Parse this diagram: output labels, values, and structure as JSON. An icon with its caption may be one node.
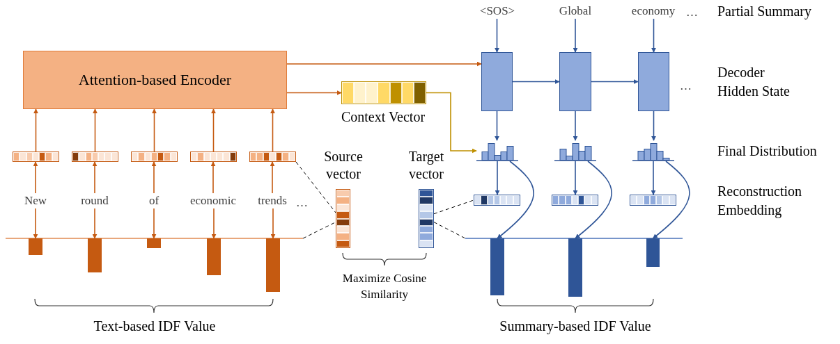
{
  "diagram": {
    "nodes": [
      {
        "text": [
          "Attention-based Encoder"
        ]
      },
      {
        "text": [],
        "shape": "bar"
      },
      {
        "text": [],
        "shape": "bar"
      },
      {
        "text": [],
        "shape": "bar"
      },
      {
        "text": [],
        "shape": "bar"
      },
      {
        "text": [],
        "shape": "bar"
      },
      {
        "text": [
          "New"
        ]
      },
      {
        "text": [
          "round"
        ]
      },
      {
        "text": [
          "of"
        ]
      },
      {
        "text": [
          "economic"
        ]
      },
      {
        "text": [
          "trends"
        ]
      },
      {
        "text": [],
        "shape": "bar"
      },
      {
        "text": [],
        "shape": "bar"
      },
      {
        "text": [],
        "shape": "bar"
      },
      {
        "text": [],
        "shape": "bar"
      },
      {
        "text": [],
        "shape": "bar"
      },
      {
        "text": [],
        "shape": "bar",
        "beside": [
          "Context Vector"
        ]
      },
      {
        "text": [],
        "shape": "bar",
        "beside": [
          "Source vector"
        ]
      },
      {
        "text": [],
        "shape": "bar",
        "beside": [
          "Target vector"
        ]
      },
      {
        "text": [
          "<SOS>"
        ]
      },
      {
        "text": [
          "Global"
        ]
      },
      {
        "text": [
          "economy"
        ]
      },
      {
        "text": [],
        "shape": "box"
      },
      {
        "text": [],
        "shape": "box"
      },
      {
        "text": [],
        "shape": "box"
      },
      {
        "text": [],
        "shape": "picture"
      },
      {
        "text": [],
        "shape": "picture"
      },
      {
        "text": [],
        "shape": "picture"
      },
      {
        "text": [],
        "shape": "bar"
      },
      {
        "text": [],
        "shape": "bar"
      },
      {
        "text": [],
        "shape": "bar"
      },
      {
        "text": [],
        "shape": "bar"
      },
      {
        "text": [],
        "shape": "bar"
      },
      {
        "text": [],
        "shape": "bar"
      }
    ],
    "edges": [
      {
        "from": 0,
        "to": 22,
        "arrow": "to"
      },
      {
        "from": 0,
        "to": 16,
        "arrow": "to"
      },
      {
        "from": 6,
        "to": 1,
        "arrow": "to"
      },
      {
        "from": 7,
        "to": 2,
        "arrow": "to"
      },
      {
        "from": 8,
        "to": 3,
        "arrow": "to"
      },
      {
        "from": 9,
        "to": 4,
        "arrow": "to"
      },
      {
        "from": 10,
        "to": 5,
        "arrow": "to"
      },
      {
        "from": 1,
        "to": 0,
        "arrow": "to"
      },
      {
        "from": 2,
        "to": 0,
        "arrow": "to"
      },
      {
        "from": 3,
        "to": 0,
        "arrow": "to"
      },
      {
        "from": 4,
        "to": 0,
        "arrow": "to"
      },
      {
        "from": 5,
        "to": 0,
        "arrow": "to"
      },
      {
        "from": 6,
        "to": 11,
        "arrow": "to"
      },
      {
        "from": 7,
        "to": 12,
        "arrow": "to"
      },
      {
        "from": 8,
        "to": 13,
        "arrow": "to"
      },
      {
        "from": 9,
        "to": 14,
        "arrow": "to"
      },
      {
        "from": 10,
        "to": 15,
        "arrow": "to"
      },
      {
        "from": 16,
        "to": 25,
        "arrow": "to",
        "color": "#bf9000"
      },
      {
        "from": 19,
        "to": 22,
        "arrow": "to",
        "color": "#2f5597"
      },
      {
        "from": 20,
        "to": 23,
        "arrow": "to",
        "color": "#2f5597"
      },
      {
        "from": 21,
        "to": 24,
        "arrow": "to",
        "color": "#2f5597"
      },
      {
        "from": 22,
        "to": 23,
        "arrow": "to",
        "color": "#2f5597"
      },
      {
        "from": 23,
        "to": 24,
        "arrow": "to",
        "color": "#2f5597"
      },
      {
        "from": 22,
        "to": 25,
        "arrow": "to",
        "color": "#2f5597"
      },
      {
        "from": 23,
        "to": 26,
        "arrow": "to",
        "color": "#2f5597"
      },
      {
        "from": 24,
        "to": 27,
        "arrow": "to",
        "color": "#2f5597"
      },
      {
        "from": 25,
        "to": 28,
        "arrow": "to",
        "color": "#2f5597"
      },
      {
        "from": 26,
        "to": 29,
        "arrow": "to",
        "color": "#2f5597"
      },
      {
        "from": 27,
        "to": 30,
        "arrow": "to",
        "color": "#2f5597"
      },
      {
        "from": 25,
        "to": 31,
        "arrow": "to",
        "color": "#2f5597"
      },
      {
        "from": 26,
        "to": 32,
        "arrow": "to",
        "color": "#2f5597"
      },
      {
        "from": 27,
        "to": 33,
        "arrow": "to",
        "color": "#2f5597"
      },
      {
        "from": 5,
        "to": 17,
        "arrow": "none",
        "style": "dashed",
        "color": "#000000"
      },
      {
        "from": null,
        "to": 17,
        "arrow": "none",
        "style": "dashed",
        "color": "#000000"
      },
      {
        "from": 18,
        "to": 28,
        "arrow": "none",
        "style": "dashed",
        "color": "#000000"
      },
      {
        "from": 18,
        "to": null,
        "arrow": "none",
        "style": "dashed",
        "color": "#000000"
      }
    ],
    "labels": [
      "…",
      "…",
      "…",
      "Partial Summary",
      "Decoder Hidden State",
      "Final Distribution",
      "Reconstruction Embedding",
      "Maximize Cosine Similarity",
      "Text-based IDF Value",
      "Summary-based IDF Value"
    ]
  }
}
